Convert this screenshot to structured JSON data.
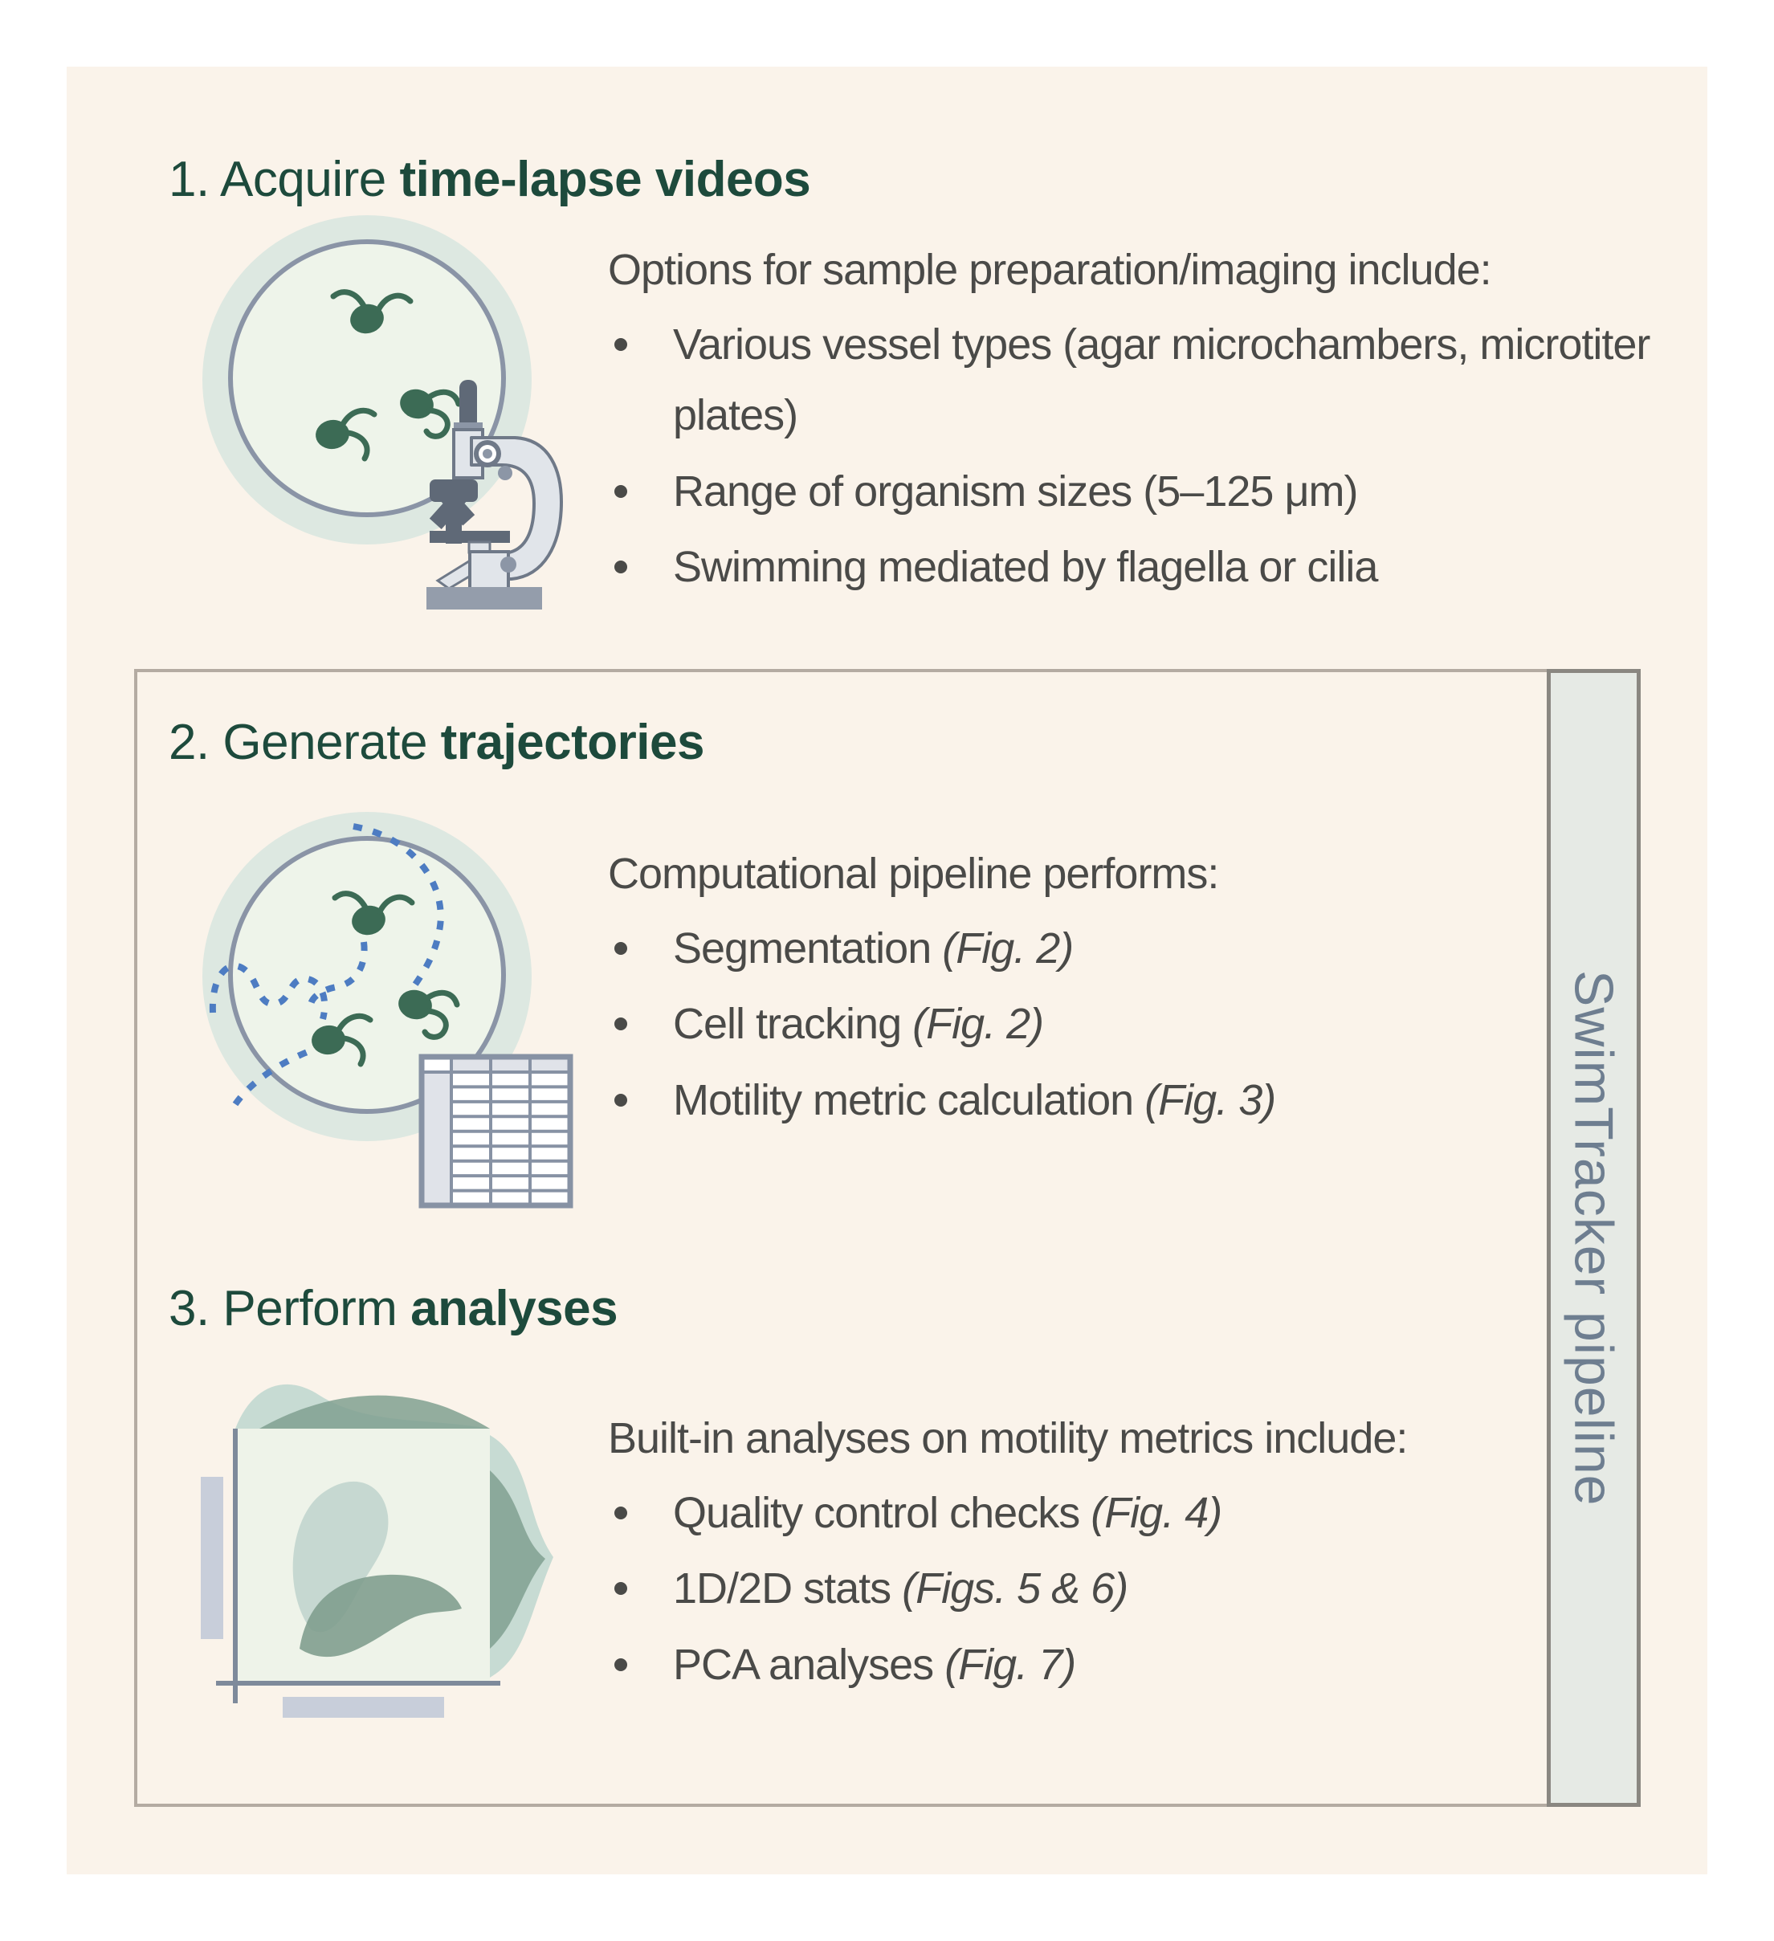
{
  "figure": {
    "kind": "scientific-pipeline-diagram",
    "colors": {
      "page_bg": "#ffffff",
      "panel_bg": "#faf3ea",
      "title_green": "#1d4a3c",
      "body_text": "#4a4a48",
      "microbe_green": "#3c6b55",
      "dish_fill": "#eef4ea",
      "dish_stroke": "#8a94a6",
      "dish_halo": "#dde8e1",
      "trajectory_blue": "#4d7cc2",
      "box_border": "#b4aba2",
      "strip_bg": "#e6eae5",
      "strip_border": "#8a8781",
      "strip_text": "#6e7e90",
      "microscope_light": "#e1e5ea",
      "microscope_dark": "#5f6977",
      "microscope_mid": "#8c96a6",
      "plot_sage": "#7e9c8c",
      "plot_teal_light": "#c2d6ce"
    },
    "icons": {
      "step1": "petri-dish-with-microscope",
      "step2": "petri-dish-with-trajectories-and-spreadsheet",
      "step3": "density-plot-with-marginals"
    }
  },
  "steps": [
    {
      "title_prefix": "1. Acquire ",
      "title_bold": "time-lapse videos",
      "intro": "Options for sample preparation/imaging include:",
      "bullets": [
        {
          "text": "Various vessel types (agar microchambers, microtiter plates)",
          "fig": ""
        },
        {
          "text": "Range of organism sizes (5–125 μm)",
          "fig": ""
        },
        {
          "text": "Swimming mediated by flagella or cilia",
          "fig": ""
        }
      ]
    },
    {
      "title_prefix": "2. Generate ",
      "title_bold": "trajectories",
      "intro": "Computational pipeline performs:",
      "bullets": [
        {
          "text": "Segmentation ",
          "fig": "(Fig. 2)"
        },
        {
          "text": "Cell tracking ",
          "fig": "(Fig. 2)"
        },
        {
          "text": "Motility metric calculation ",
          "fig": "(Fig. 3)"
        }
      ]
    },
    {
      "title_prefix": "3. Perform ",
      "title_bold": "analyses",
      "intro": "Built-in analyses on motility metrics include:",
      "bullets": [
        {
          "text": "Quality control checks ",
          "fig": "(Fig. 4)"
        },
        {
          "text": "1D/2D stats ",
          "fig": "(Figs. 5 & 6)"
        },
        {
          "text": "PCA analyses ",
          "fig": "(Fig. 7)"
        }
      ]
    }
  ],
  "sidebar": {
    "label": "SwimTracker pipeline"
  }
}
